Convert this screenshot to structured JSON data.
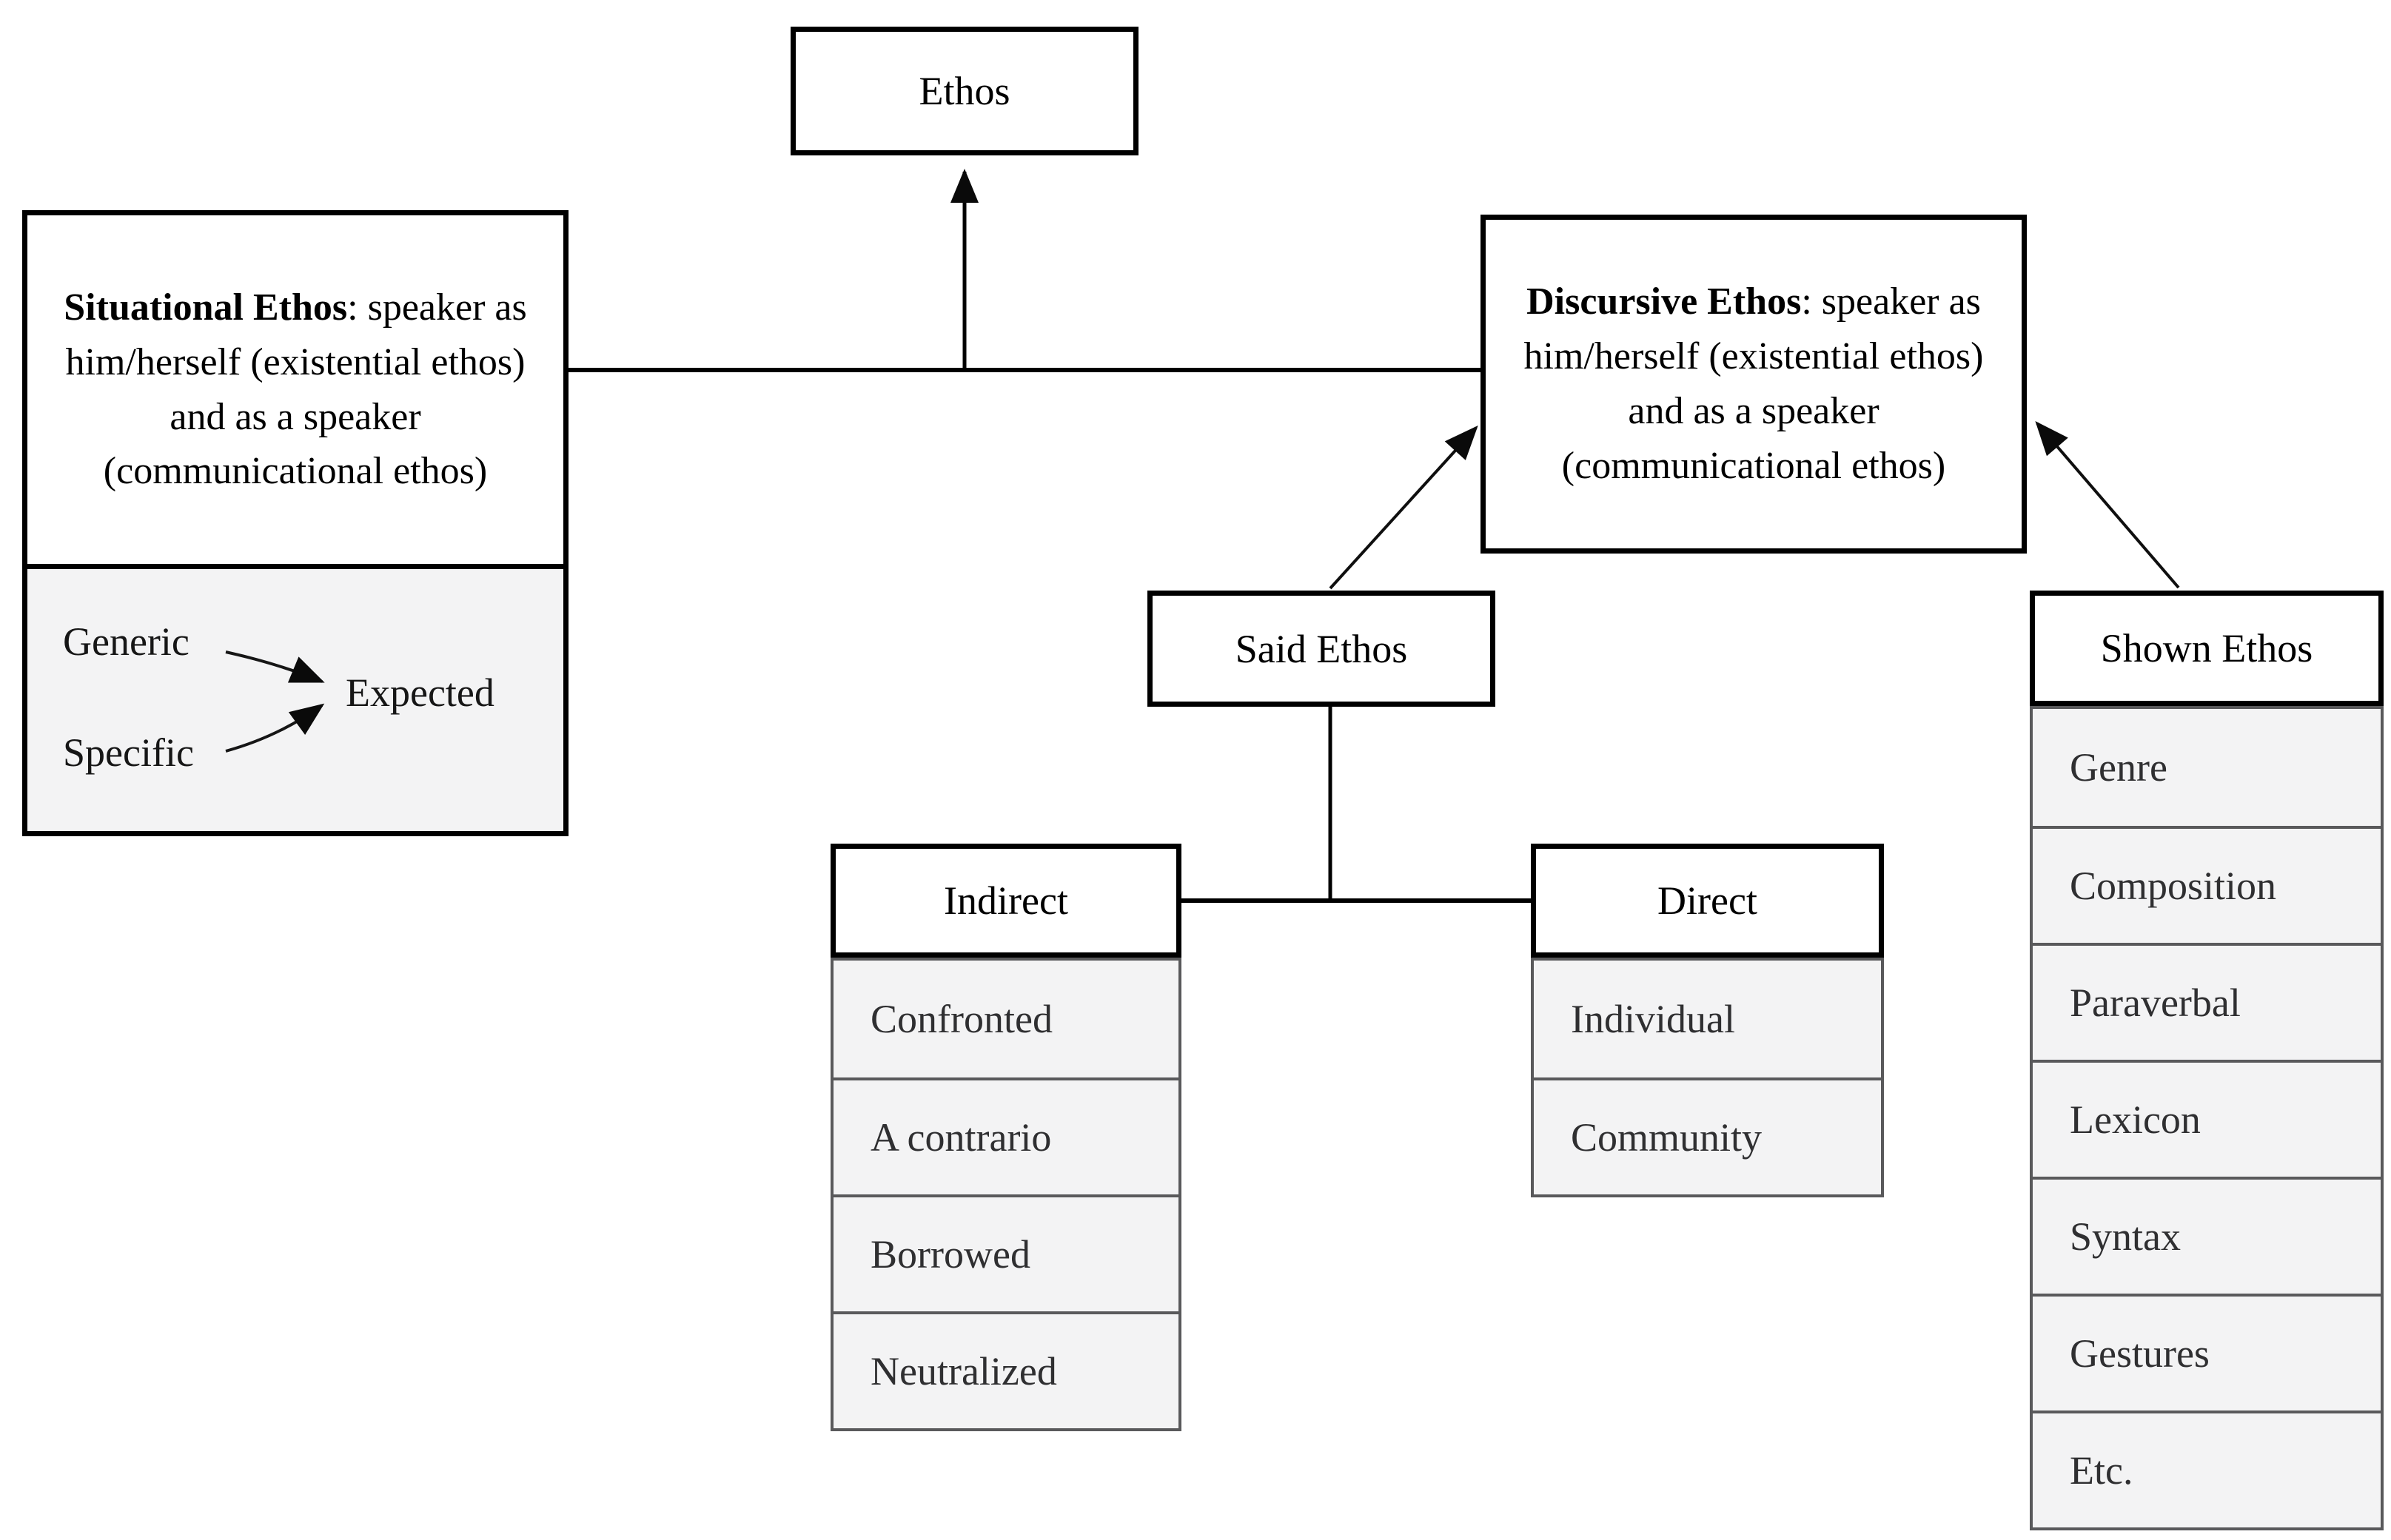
{
  "root_box": {
    "label": "Ethos"
  },
  "situational_box": {
    "title": "Situational Ethos",
    "description": ": speaker as him/herself (existential ethos) and as a speaker (communicational ethos)",
    "expectation_panel": {
      "generic": "Generic",
      "specific": "Specific",
      "expected": "Expected"
    }
  },
  "discursive_box": {
    "title": "Discursive Ethos",
    "description": ": speaker as him/herself (existential ethos) and as a speaker (communicational ethos)"
  },
  "said_box": {
    "label": "Said Ethos"
  },
  "shown_table": {
    "header": "Shown Ethos",
    "rows": [
      "Genre",
      "Composition",
      "Paraverbal",
      "Lexicon",
      "Syntax",
      "Gestures",
      "Etc."
    ]
  },
  "indirect_table": {
    "header": "Indirect",
    "rows": [
      "Confronted",
      "A contrario",
      "Borrowed",
      "Neutralized"
    ]
  },
  "direct_table": {
    "header": "Direct",
    "rows": [
      "Individual",
      "Community"
    ]
  },
  "colors": {
    "background": "#ffffff",
    "box_border": "#000000",
    "box_fill": "#ffffff",
    "panel_fill": "#f3f3f4",
    "row_border": "#59595b",
    "text_primary": "#000000",
    "row_text": "#2f2f31"
  }
}
